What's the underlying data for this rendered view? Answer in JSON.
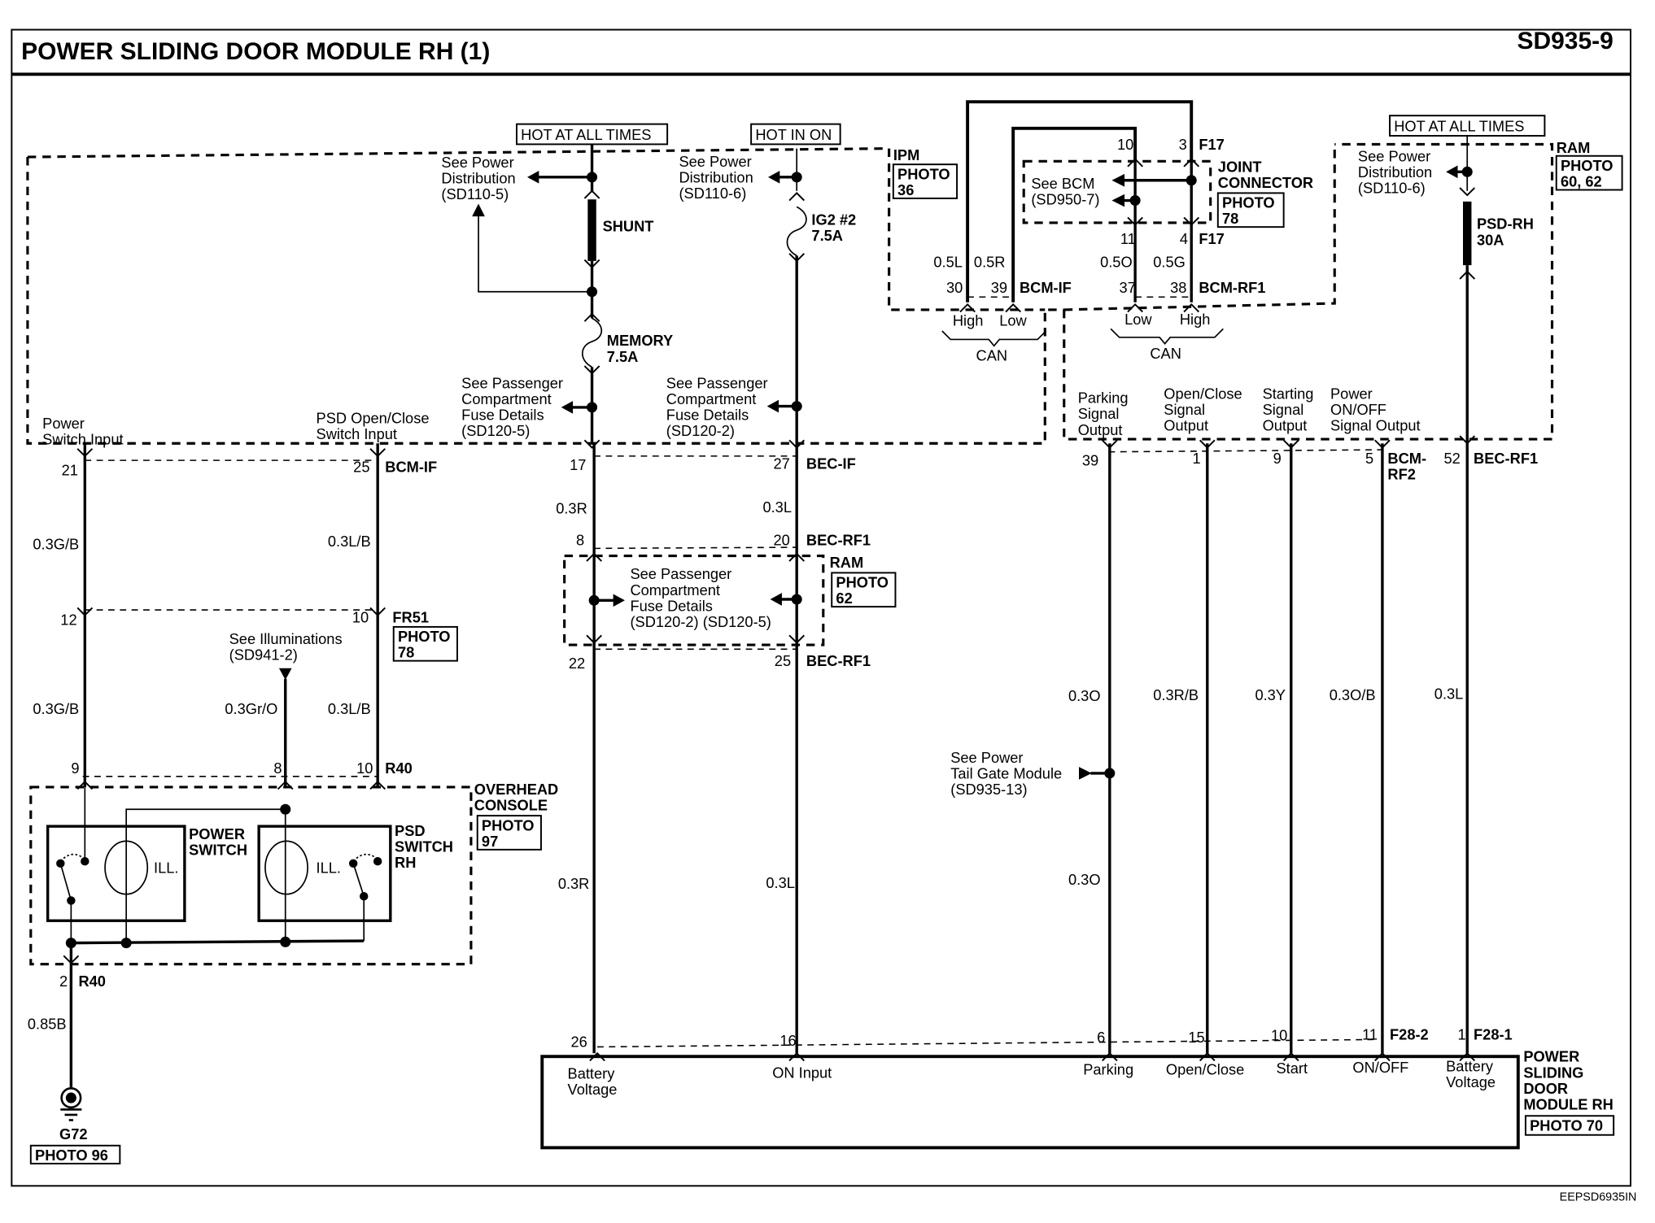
{
  "header": {
    "title": "POWER SLIDING DOOR MODULE RH (1)",
    "code": "SD935-9"
  },
  "footer": {
    "image_code": "EEPSD6935IN"
  },
  "power_labels": {
    "hot_always_1": "HOT AT ALL TIMES",
    "hot_in_on": "HOT IN ON",
    "hot_always_2": "HOT AT ALL TIMES"
  },
  "refs": {
    "pd_sd110_5": [
      "See Power",
      "Distribution",
      "(SD110-5)"
    ],
    "pd_sd110_6a": [
      "See Power",
      "Distribution",
      "(SD110-6)"
    ],
    "pd_sd110_6b": [
      "See Power",
      "Distribution",
      "(SD110-6)"
    ],
    "pcfd_sd120_5": [
      "See Passenger",
      "Compartment",
      "Fuse Details",
      "(SD120-5)"
    ],
    "pcfd_sd120_2": [
      "See Passenger",
      "Compartment",
      "Fuse Details",
      "(SD120-2)"
    ],
    "pcfd_both": [
      "See Passenger",
      "Compartment",
      "Fuse Details",
      "(SD120-2) (SD120-5)"
    ],
    "bcm": [
      "See BCM",
      "(SD950-7)"
    ],
    "illum": [
      "See Illuminations",
      "(SD941-2)"
    ],
    "tailgate": [
      "See Power",
      "Tail Gate Module",
      "(SD935-13)"
    ]
  },
  "fuses": {
    "shunt": "SHUNT",
    "memory": [
      "MEMORY",
      "7.5A"
    ],
    "ig2": [
      "IG2 #2",
      "7.5A"
    ],
    "psd_rh": [
      "PSD-RH",
      "30A"
    ]
  },
  "components": {
    "ipm": {
      "name": "IPM",
      "photo": [
        "PHOTO",
        "36"
      ]
    },
    "joint": {
      "name": [
        "JOINT",
        "CONNECTOR"
      ],
      "photo": [
        "PHOTO",
        "78"
      ]
    },
    "ram_top": {
      "name": "RAM",
      "photo": [
        "PHOTO",
        "60, 62"
      ]
    },
    "ram_mid": {
      "name": "RAM",
      "photo": [
        "PHOTO",
        "62"
      ]
    },
    "fr51": {
      "photo": [
        "PHOTO",
        "78"
      ]
    },
    "overhead": {
      "name": [
        "OVERHEAD",
        "CONSOLE"
      ],
      "photo": [
        "PHOTO",
        "97"
      ]
    },
    "power_switch": {
      "name": [
        "POWER",
        "SWITCH"
      ],
      "ill": "ILL."
    },
    "psd_switch": {
      "name": [
        "PSD",
        "SWITCH",
        "RH"
      ],
      "ill": "ILL."
    },
    "ground": {
      "name": "G72",
      "photo": "PHOTO 96"
    },
    "module": {
      "name": [
        "POWER",
        "SLIDING",
        "DOOR",
        "MODULE RH"
      ],
      "photo": "PHOTO 70"
    }
  },
  "connectors": {
    "bcm_if": "BCM-IF",
    "bcm_rf1": "BCM-RF1",
    "bcm_rf2": [
      "BCM-",
      "RF2"
    ],
    "bec_if": "BEC-IF",
    "bec_rf1": "BEC-RF1",
    "f17": "F17",
    "fr51": "FR51",
    "r40": "R40",
    "f28_2": "F28-2",
    "f28_1": "F28-1"
  },
  "can": {
    "left": {
      "high": "High",
      "low": "Low",
      "label": "CAN"
    },
    "right": {
      "low": "Low",
      "high": "High",
      "label": "CAN"
    }
  },
  "bcm_signals": {
    "power_switch_input": [
      "Power",
      "Switch Input"
    ],
    "psd_open_close_input": [
      "PSD Open/Close",
      "Switch Input"
    ],
    "parking": [
      "Parking",
      "Signal",
      "Output"
    ],
    "open_close": [
      "Open/Close",
      "Signal",
      "Output"
    ],
    "starting": [
      "Starting",
      "Signal",
      "Output"
    ],
    "power_onoff": [
      "Power",
      "ON/OFF",
      "Signal Output"
    ]
  },
  "pins": {
    "p21": "21",
    "p25": "25",
    "p12": "12",
    "p10a": "10",
    "p9": "9",
    "p8": "8",
    "p10b": "10",
    "p2": "2",
    "p17": "17",
    "p27": "27",
    "p8b": "8",
    "p20": "20",
    "p22": "22",
    "p25b": "25",
    "p30": "30",
    "p39": "39",
    "p37": "37",
    "p38": "38",
    "j10": "10",
    "j3": "3",
    "j11": "11",
    "j4": "4",
    "p39b": "39",
    "p1": "1",
    "p9b": "9",
    "p5": "5",
    "p52": "52",
    "m26": "26",
    "m16": "16",
    "m6": "6",
    "m15": "15",
    "m10": "10",
    "m11": "11",
    "m1": "1"
  },
  "wires": {
    "w_gb1": "0.3G/B",
    "w_lb1": "0.3L/B",
    "w_gb2": "0.3G/B",
    "w_gro": "0.3Gr/O",
    "w_lb2": "0.3L/B",
    "w_085b": "0.85B",
    "w_r1": "0.3R",
    "w_l1": "0.3L",
    "w_r2": "0.3R",
    "w_l2": "0.3L",
    "w_05l": "0.5L",
    "w_05r": "0.5R",
    "w_05o": "0.5O",
    "w_05g": "0.5G",
    "w_o1": "0.3O",
    "w_rb": "0.3R/B",
    "w_y": "0.3Y",
    "w_ob": "0.3O/B",
    "w_l3": "0.3L",
    "w_o2": "0.3O"
  },
  "module_pins": {
    "battery1": [
      "Battery",
      "Voltage"
    ],
    "on_input": "ON Input",
    "parking": "Parking",
    "open_close": "Open/Close",
    "start": "Start",
    "on_off": "ON/OFF",
    "battery2": [
      "Battery",
      "Voltage"
    ]
  }
}
